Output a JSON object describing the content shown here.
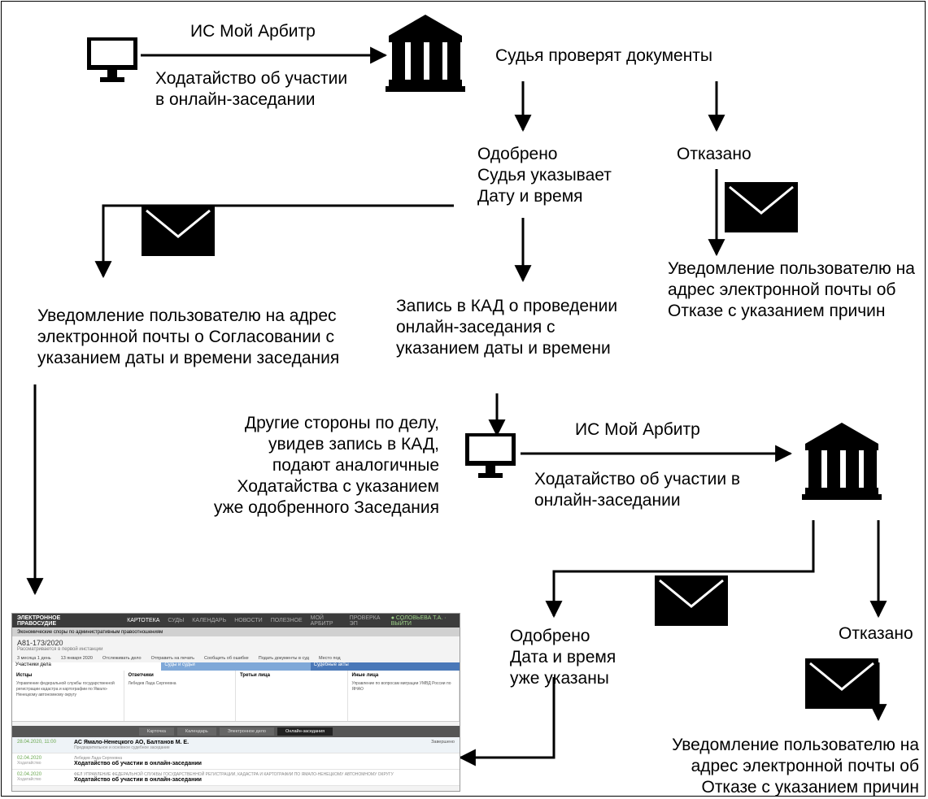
{
  "top": {
    "channel": "ИС Мой Арбитр",
    "petition": "Ходатайство об участии\nв онлайн-заседании",
    "judge_check": "Судья проверят документы"
  },
  "approved_branch": {
    "approved": "Одобрено\nСудья указывает\nДату и время",
    "kad_record": "Запись в КАД о проведении\nонлайн-заседания с\nуказанием даты и времени",
    "notify_agree": "Уведомление пользователю на адрес\nэлектронной почты о Согласовании с\nуказанием даты и времени заседания"
  },
  "rejected_branch": {
    "rejected": "Отказано",
    "notify_reject": "Уведомление пользователю на\nадрес электронной почты об\nОтказе с указанием причин"
  },
  "other_parties": {
    "text": "Другие стороны по делу,\nувидев запись в КАД,\nподают аналогичные\nХодатайства с указанием\nуже одобренного Заседания",
    "channel": "ИС Мой Арбитр",
    "petition": "Ходатайство об участии в\nонлайн-заседании",
    "approved": "Одобрено\nДата и время\nуже указаны",
    "rejected": "Отказано",
    "notify_reject": "Уведомление пользователю на\nадрес электронной почты об\nОтказе с указанием причин"
  },
  "screenshot": {
    "brand": "ЭЛЕКТРОННОЕ ПРАВОСУДИЕ",
    "nav": [
      "КАРТОТЕКА",
      "СУДЫ",
      "КАЛЕНДАРЬ",
      "НОВОСТИ",
      "ПОЛЕЗНОЕ",
      "МОЙ АРБИТР",
      "ПРОВЕРКА ЭП"
    ],
    "user": "● СОЛОВЬЕВА Т.А. · ВЫЙТИ",
    "category": "Экономические споры по административным правоотношениям",
    "case_number": "А81-173/2020",
    "case_status": "Рассматривается в первой инстанции",
    "toolbar": [
      "3 месяца 1 день",
      "13 января 2020",
      "Отслеживать дело",
      "Отправить на печать",
      "Сообщить об ошибке",
      "Подать документы в суд",
      "Место под"
    ],
    "tabs": [
      "Участники дела",
      "Суды и судьи",
      "Судебные акты"
    ],
    "parties": [
      {
        "head": "Истцы",
        "content": "Управление федеральной службы государственной регистрации кадастра и картографии по Ямало-Ненецкому автономному округу"
      },
      {
        "head": "Ответчики",
        "content": "Лебедев Лада Сергеевна"
      },
      {
        "head": "Третьи лица",
        "content": ""
      },
      {
        "head": "Иные лица",
        "content": "Управление по вопросам миграции УМВД России по ЯНАО"
      }
    ],
    "subtabs": [
      "Карточка",
      "Календарь",
      "Электронное дело",
      "Онлайн-заседания"
    ],
    "rows": [
      {
        "date": "28.04.2020, 11:00",
        "sub": "",
        "title": "АС Ямало-Ненецкого АО, Балтанов М. Е.",
        "desc": "Предварительное и основное судебное заседание",
        "extra": "Завершено"
      },
      {
        "date": "02.04.2020",
        "sub": "Ходатайство",
        "title": "Ходатайство об участии в онлайн-заседании",
        "desc": "Лебедев Лада Сергеевна",
        "extra": ""
      },
      {
        "date": "02.04.2020",
        "sub": "Ходатайство",
        "title": "Ходатайство об участии в онлайн-заседании",
        "desc": "ФЕЛ УПРАВЛЕНИЕ ФЕДЕРАЛЬНОЙ СЛУЖБЫ ГОСУДАРСТВЕННОЙ РЕГИСТРАЦИИ, КАДАСТРА И КАРТОГРАФИИ ПО ЯМАЛО-НЕНЕЦКОМУ АВТОНОМНОМУ ОКРУГУ",
        "extra": ""
      }
    ]
  },
  "icons": [
    "monitor-icon",
    "court-building-icon",
    "envelope-icon"
  ]
}
